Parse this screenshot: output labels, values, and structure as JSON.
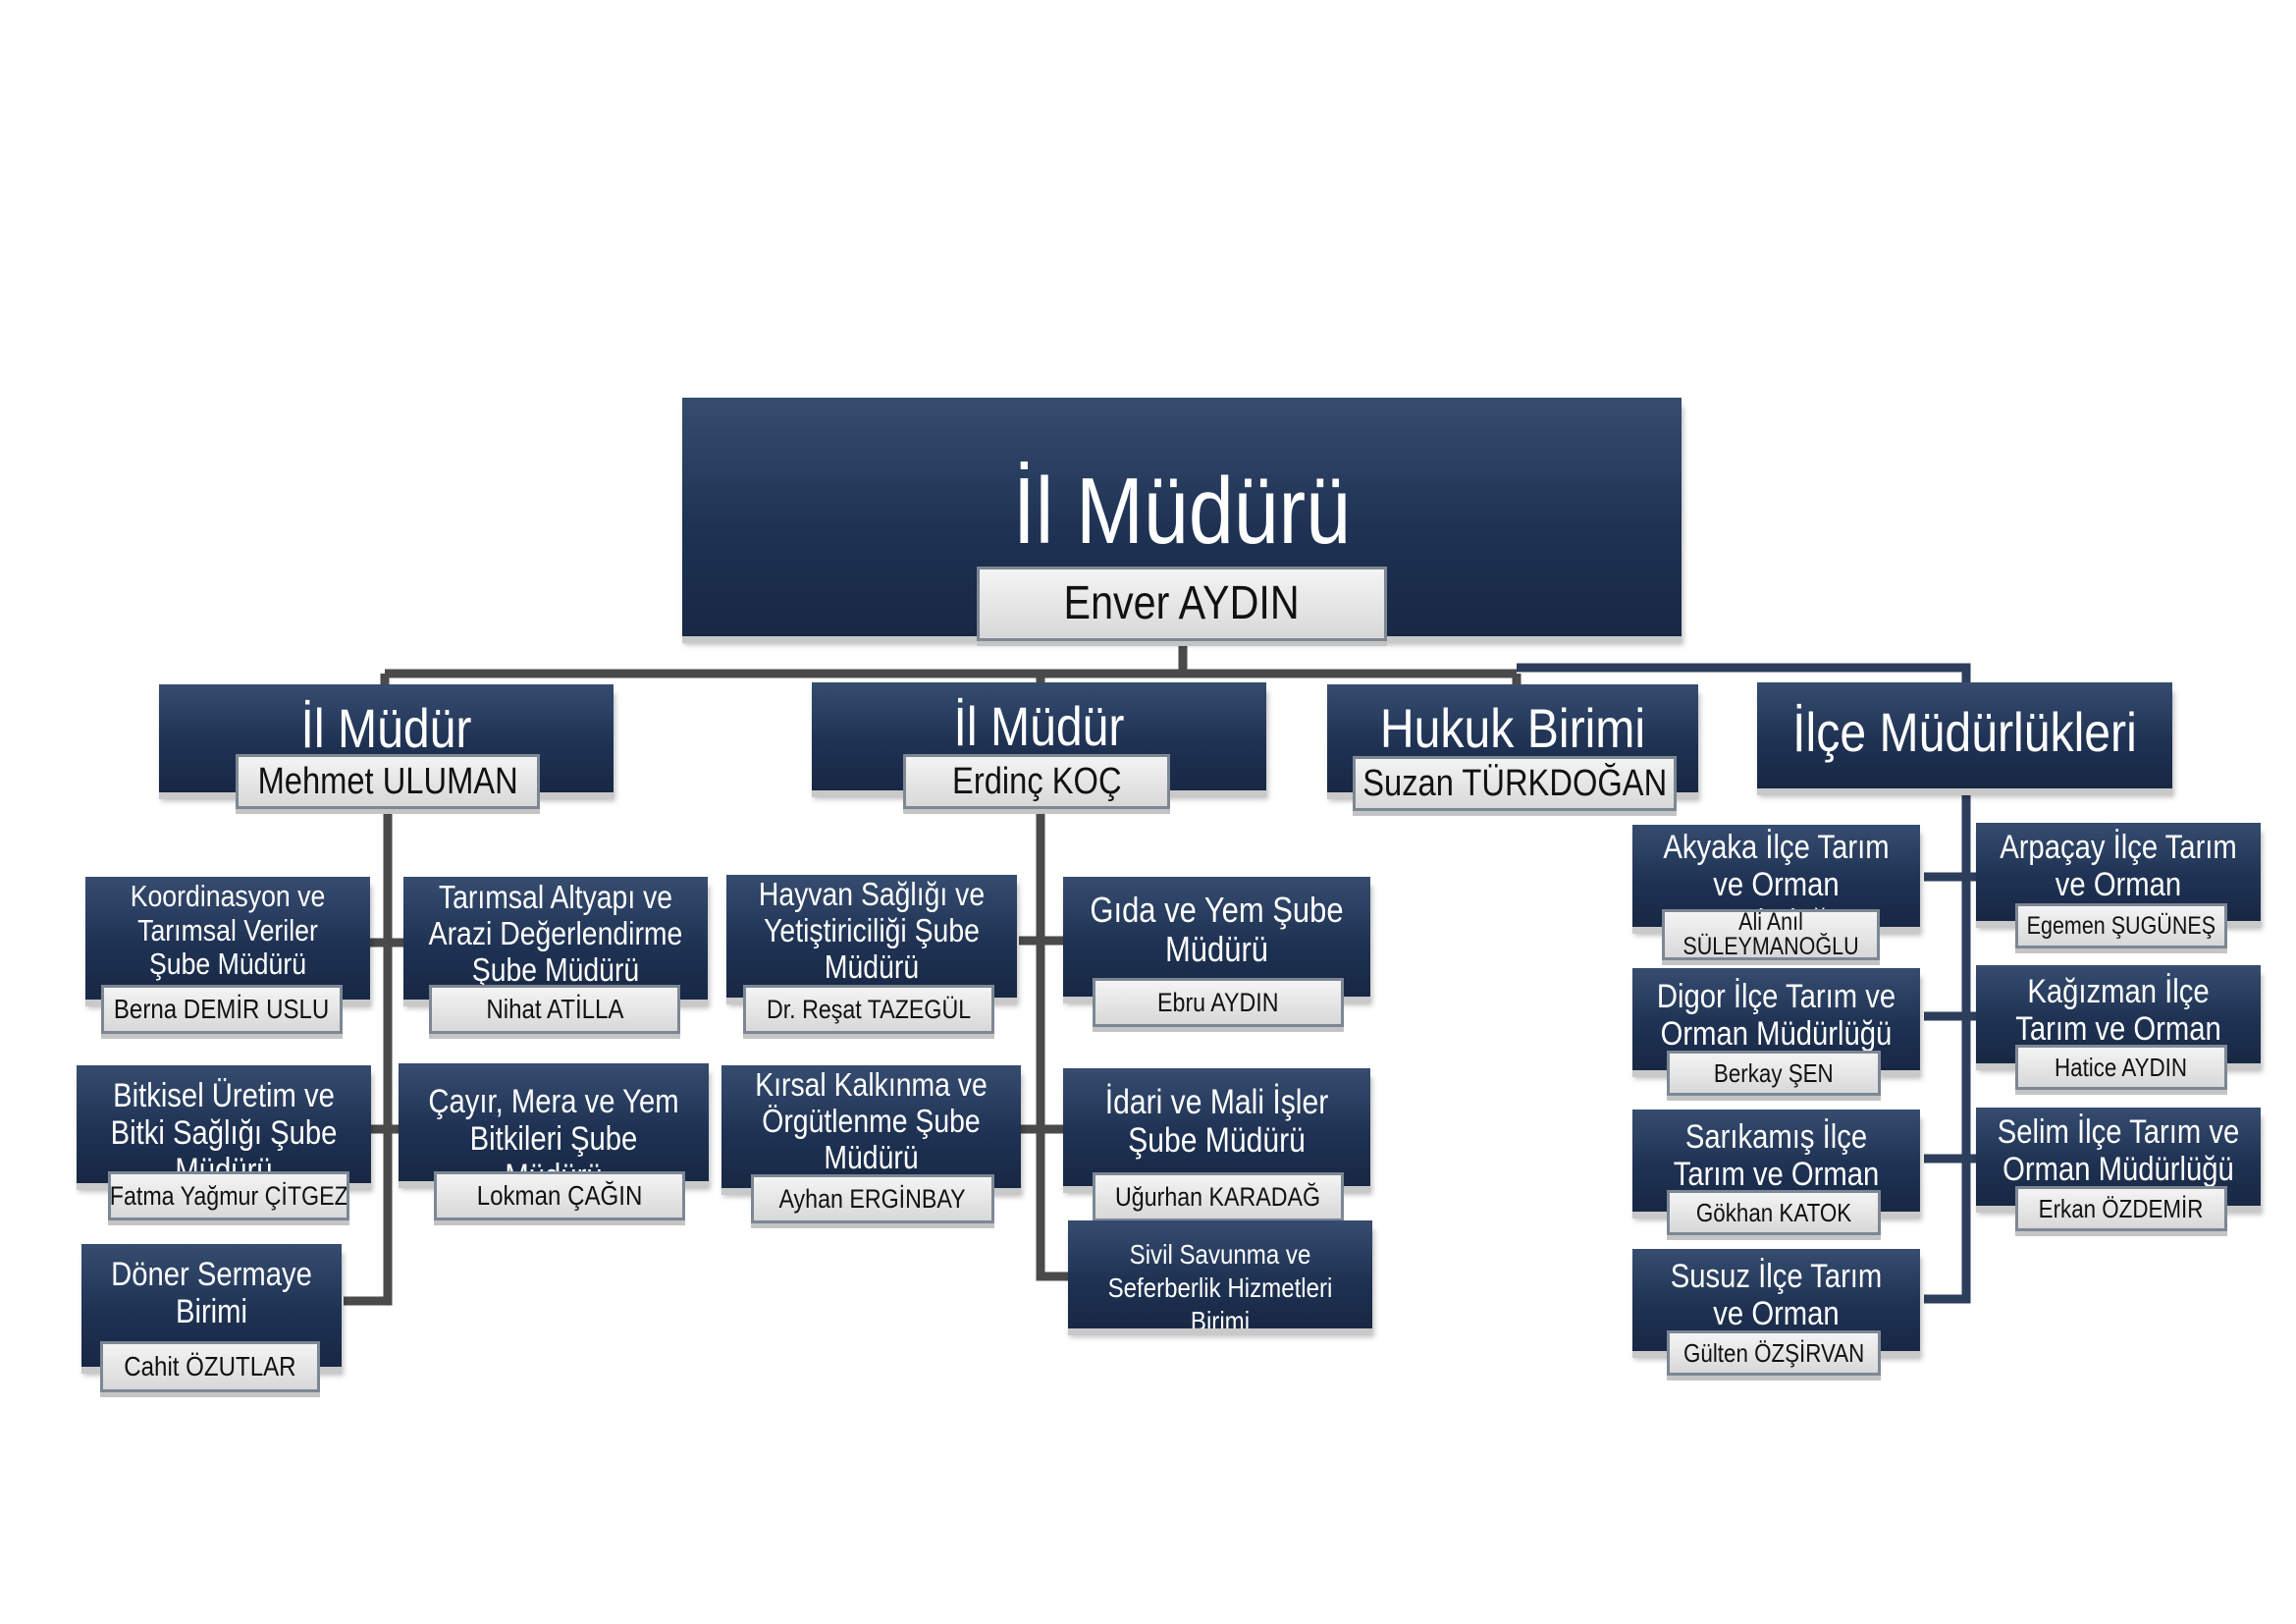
{
  "director": {
    "title": "İl Müdürü",
    "name": "Enver AYDIN"
  },
  "deputy1": {
    "title": "İl Müdür Yardımcısı",
    "name": "Mehmet ULUMAN",
    "units": [
      {
        "title": "Koordinasyon ve Tarımsal Veriler Şube Müdürü",
        "name": "Berna DEMİR USLU"
      },
      {
        "title": "Tarımsal Altyapı ve Arazi Değerlendirme Şube Müdürü",
        "name": "Nihat ATİLLA"
      },
      {
        "title": "Bitkisel Üretim ve Bitki Sağlığı Şube Müdürü",
        "name": "Fatma Yağmur ÇİTGEZ"
      },
      {
        "title": "Çayır, Mera ve Yem Bitkileri Şube Müdürü",
        "name": "Lokman ÇAĞIN"
      },
      {
        "title": "Döner Sermaye Birimi",
        "name": "Cahit ÖZUTLAR"
      }
    ]
  },
  "deputy2": {
    "title": "İl Müdür Yardımcısı",
    "name": "Erdinç KOÇ",
    "units": [
      {
        "title": "Hayvan Sağlığı ve Yetiştiriciliği Şube Müdürü",
        "name": "Dr. Reşat TAZEGÜL"
      },
      {
        "title": "Gıda ve Yem Şube Müdürü",
        "name": "Ebru AYDIN"
      },
      {
        "title": "Kırsal Kalkınma ve Örgütlenme Şube Müdürü",
        "name": "Ayhan ERGİNBAY"
      },
      {
        "title": "İdari ve Mali İşler Şube Müdürü",
        "name": "Uğurhan KARADAĞ"
      },
      {
        "title": "Sivil Savunma ve Seferberlik Hizmetleri Birimi"
      }
    ]
  },
  "legal": {
    "title": "Hukuk Birimi",
    "name": "Suzan TÜRKDOĞAN"
  },
  "districts": {
    "title": "İlçe Müdürlükleri",
    "units": [
      {
        "title": "Akyaka İlçe Tarım ve Orman Müdürlüğü",
        "name": "Ali Anıl SÜLEYMANOĞLU"
      },
      {
        "title": "Arpaçay İlçe Tarım ve Orman Müdürlüğü",
        "name": "Egemen ŞUGÜNEŞ"
      },
      {
        "title": "Digor İlçe Tarım ve Orman Müdürlüğü",
        "name": "Berkay ŞEN"
      },
      {
        "title": "Kağızman İlçe Tarım ve Orman Müdürlüğü",
        "name": "Hatice AYDIN"
      },
      {
        "title": "Sarıkamış İlçe Tarım ve Orman Müdürlüğü",
        "name": "Gökhan KATOK"
      },
      {
        "title": "Selim İlçe Tarım ve Orman Müdürlüğü",
        "name": "Erkan ÖZDEMİR"
      },
      {
        "title": "Susuz İlçe Tarım ve Orman Müdürlüğü",
        "name": "Gülten ÖZŞİRVAN"
      }
    ]
  },
  "colors": {
    "box": "#1f3253",
    "connector": "#4a4a4a",
    "connector_blue": "#2c3e5c",
    "plate": "#e2e2e2"
  }
}
